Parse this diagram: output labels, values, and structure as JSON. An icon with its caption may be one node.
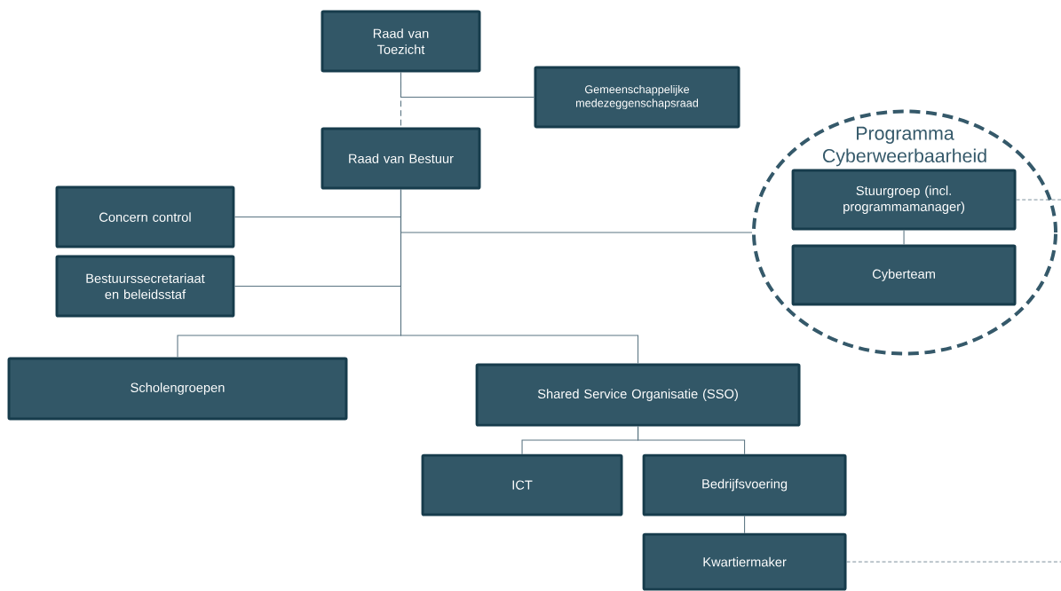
{
  "diagram": {
    "nodes": [
      {
        "text": [
          "Raad van Toezicht"
        ]
      },
      {
        "text": [
          "Gemeenschappelijke medezeggenschapsraad"
        ]
      },
      {
        "text": [
          "Raad van Bestuur"
        ]
      },
      {
        "text": [
          "Concern control"
        ]
      },
      {
        "text": [
          "Bestuurssecretariaat en beleidsstaf"
        ]
      },
      {
        "text": [
          "Programma Cyberweerbaarheid"
        ]
      },
      {
        "text": [
          "Stuurgroep (incl. programmamanager)"
        ],
        "in": 5
      },
      {
        "text": [
          "Cyberteam"
        ],
        "in": 5
      },
      {
        "text": [
          "Scholengroepen"
        ]
      },
      {
        "text": [
          "Shared Service Organisatie (SSO)"
        ]
      },
      {
        "text": [
          "ICT"
        ]
      },
      {
        "text": [
          "Bedrijfsvoering"
        ]
      },
      {
        "text": [
          "Kwartiermaker"
        ]
      }
    ],
    "edges": [
      {
        "from": 0,
        "to": 2,
        "arrow": "none",
        "style": "dashed"
      },
      {
        "from": 0,
        "to": 1,
        "arrow": "none"
      },
      {
        "from": 2,
        "to": 3,
        "arrow": "none"
      },
      {
        "from": 2,
        "to": 4,
        "arrow": "none"
      },
      {
        "from": 2,
        "to": 5,
        "arrow": "none"
      },
      {
        "from": 2,
        "to": 8,
        "arrow": "none"
      },
      {
        "from": 2,
        "to": 9,
        "arrow": "none"
      },
      {
        "from": 6,
        "to": 7,
        "arrow": "none"
      },
      {
        "from": 6,
        "to": null,
        "arrow": "none",
        "style": "dashed"
      },
      {
        "from": 9,
        "to": 10,
        "arrow": "none"
      },
      {
        "from": 9,
        "to": 11,
        "arrow": "none"
      },
      {
        "from": 11,
        "to": 12,
        "arrow": "none"
      },
      {
        "from": 12,
        "to": null,
        "arrow": "none",
        "style": "dashed"
      }
    ]
  }
}
